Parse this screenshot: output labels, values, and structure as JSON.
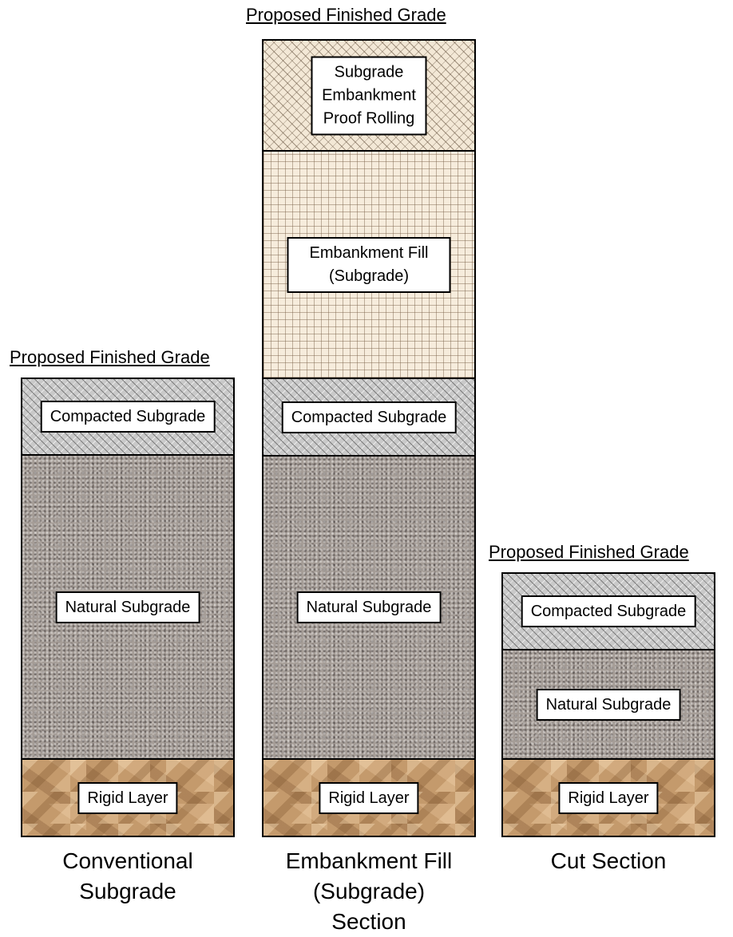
{
  "diagram": {
    "columns": [
      {
        "id": "conventional",
        "grade_label": "Proposed Finished Grade",
        "layers": [
          {
            "name": "compacted",
            "label": "Compacted Subgrade",
            "texture": "crosshatch-gray"
          },
          {
            "name": "natural",
            "label": "Natural Subgrade",
            "texture": "speckled-gray"
          },
          {
            "name": "rigid",
            "label": "Rigid Layer",
            "texture": "crumpled-tan"
          }
        ],
        "caption": "Conventional\nSubgrade"
      },
      {
        "id": "embankment",
        "grade_label": "Proposed Finished Grade",
        "layers": [
          {
            "name": "proof",
            "label": "Subgrade\nEmbankment\nProof Rolling",
            "texture": "crosshatch-tan"
          },
          {
            "name": "fill",
            "label": "Embankment Fill\n(Subgrade)",
            "texture": "grid-tan"
          },
          {
            "name": "compacted",
            "label": "Compacted Subgrade",
            "texture": "crosshatch-gray"
          },
          {
            "name": "natural",
            "label": "Natural Subgrade",
            "texture": "speckled-gray"
          },
          {
            "name": "rigid",
            "label": "Rigid Layer",
            "texture": "crumpled-tan"
          }
        ],
        "caption": "Embankment Fill\n(Subgrade)\nSection"
      },
      {
        "id": "cut",
        "grade_label": "Proposed Finished Grade",
        "layers": [
          {
            "name": "compacted",
            "label": "Compacted Subgrade",
            "texture": "crosshatch-gray"
          },
          {
            "name": "natural",
            "label": "Natural Subgrade",
            "texture": "speckled-gray"
          },
          {
            "name": "rigid",
            "label": "Rigid Layer",
            "texture": "crumpled-tan"
          }
        ],
        "caption": "Cut Section"
      }
    ]
  }
}
